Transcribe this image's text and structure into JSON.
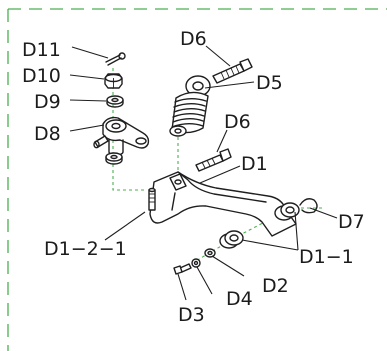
{
  "diagram": {
    "accent_color": "#4caf50",
    "ink_color": "#1f1f1f",
    "labels": {
      "d11": "D11",
      "d10": "D10",
      "d9": "D9",
      "d8": "D8",
      "d6_top": "D6",
      "d5": "D5",
      "d6_mid": "D6",
      "d1": "D1",
      "d1_2_1": "D1−2−1",
      "d7": "D7",
      "d1_1": "D1−1",
      "d2": "D2",
      "d4": "D4",
      "d3": "D3"
    }
  }
}
